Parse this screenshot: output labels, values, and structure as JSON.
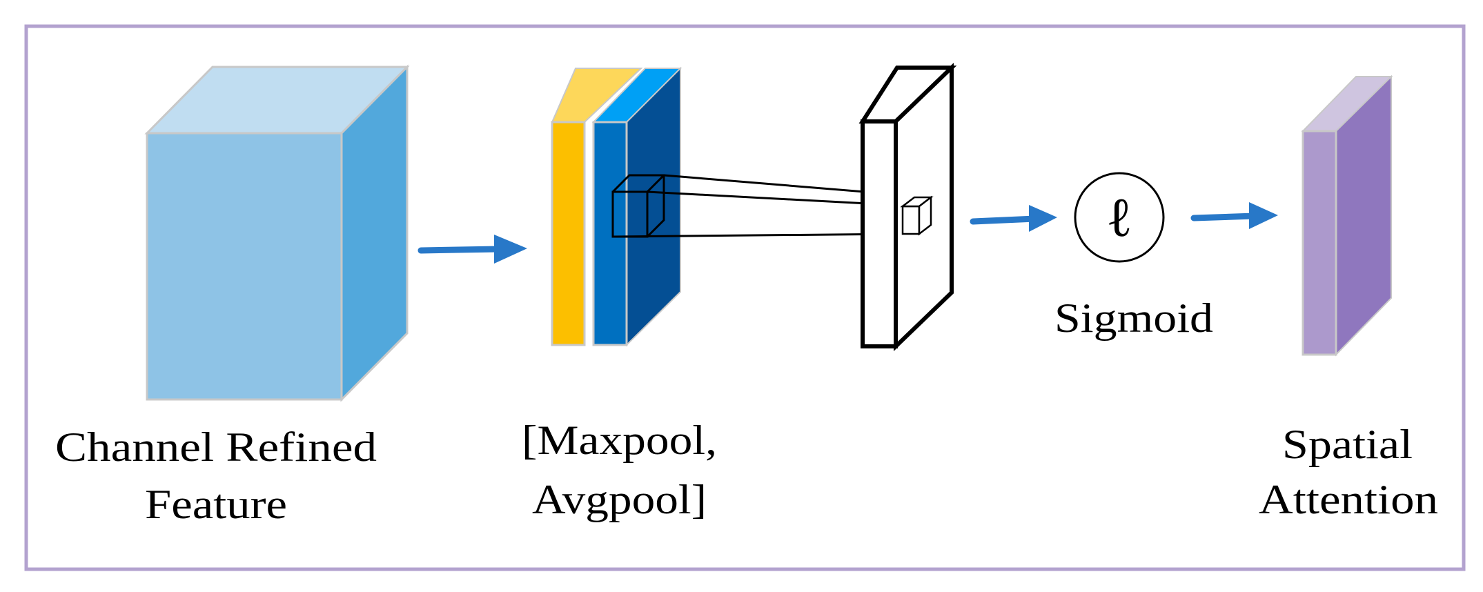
{
  "diagram": {
    "frame_color": "#b3a2cf",
    "labels": {
      "channel_refined_line1": "Channel Refined",
      "channel_refined_line2": "Feature",
      "pooling_line1": "[Maxpool,",
      "pooling_line2": "Avgpool]",
      "sigmoid": "Sigmoid",
      "spatial_line1": "Spatial",
      "spatial_line2": "Attention"
    },
    "sigmoid_symbol": "ℓ",
    "arrow_color": "#2878c8",
    "colors": {
      "feature_front": "#8ec3e6",
      "feature_top": "#c0ddf1",
      "feature_side": "#52a8dc",
      "maxpool_front": "#fcbf00",
      "maxpool_top": "#fdd75a",
      "avgpool_front": "#0070c0",
      "avgpool_top": "#00a0f5",
      "avgpool_side": "#044f94",
      "attention_front": "#ac99cc",
      "attention_top": "#cfc5e0",
      "attention_side": "#8f77be",
      "edge_gray": "#c8c8c8"
    }
  }
}
